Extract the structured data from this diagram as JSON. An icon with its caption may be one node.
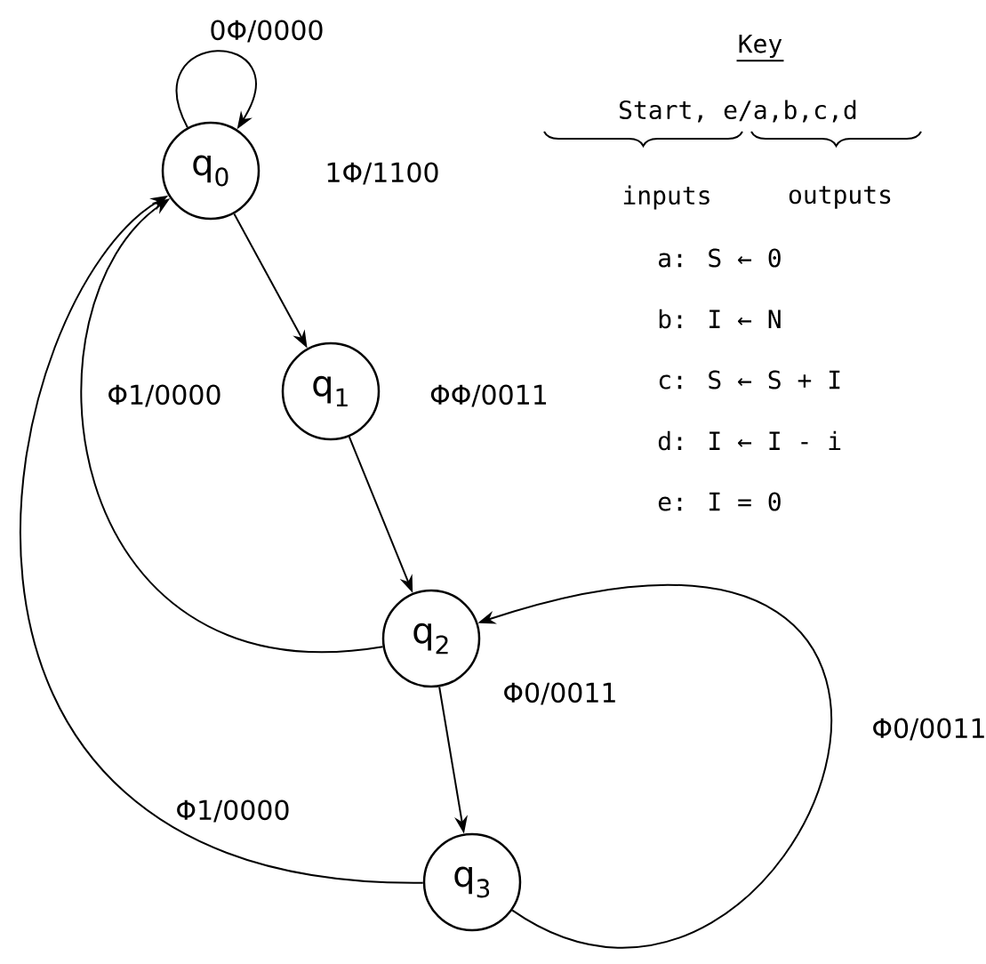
{
  "diagram": {
    "nodes": [
      {
        "text": [
          "q$_{0}$"
        ]
      },
      {
        "text": [
          "q$_{1}$"
        ]
      },
      {
        "text": [
          "q$_{2}$"
        ]
      },
      {
        "text": [
          "q$_{3}$"
        ]
      }
    ],
    "edges": [
      {
        "from": 0,
        "to": 0,
        "arrow": "to",
        "label": "0Φ/0000"
      },
      {
        "from": 0,
        "to": 1,
        "arrow": "to",
        "label": "1Φ/1100"
      },
      {
        "from": 1,
        "to": 2,
        "arrow": "to",
        "label": "ΦΦ/0011"
      },
      {
        "from": 2,
        "to": 0,
        "arrow": "to",
        "label": "Φ1/0000"
      },
      {
        "from": 2,
        "to": 3,
        "arrow": "to",
        "label": "Φ0/0011"
      },
      {
        "from": 3,
        "to": 2,
        "arrow": "to",
        "label": "Φ0/0011"
      },
      {
        "from": 3,
        "to": 0,
        "arrow": "to",
        "label": "Φ1/0000"
      }
    ],
    "labels": [
      "Key",
      "Start, e/a,b,c,d",
      "inputs",
      "outputs",
      "a: S ← 0",
      "b: I ← N",
      "c: S ← S + I",
      "d: I ← I - i",
      "e: I = 0"
    ]
  }
}
